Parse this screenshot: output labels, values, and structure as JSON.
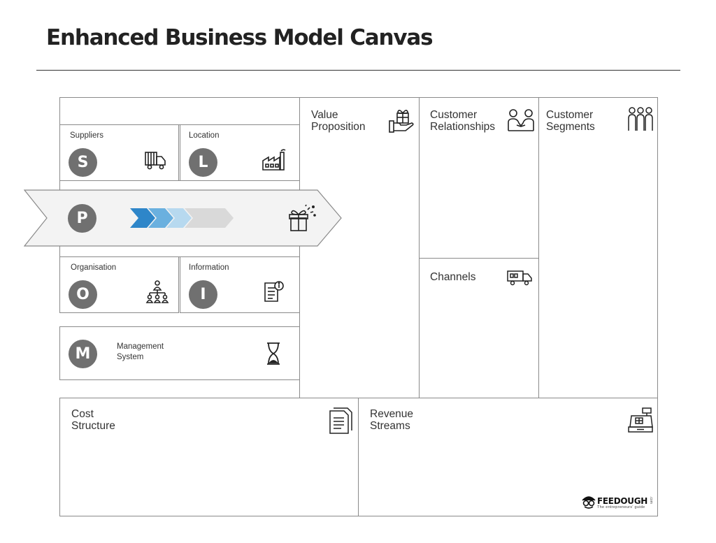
{
  "title": "Enhanced Business Model Canvas",
  "blocks": {
    "suppliers": {
      "label": "Suppliers",
      "letter": "S",
      "icon": "truck-icon"
    },
    "location": {
      "label": "Location",
      "letter": "L",
      "icon": "factory-icon"
    },
    "process": {
      "letter": "P",
      "icon": "gift-box-icon"
    },
    "organisation": {
      "label": "Organisation",
      "letter": "O",
      "icon": "org-chart-icon"
    },
    "information": {
      "label": "Information",
      "letter": "I",
      "icon": "document-info-icon"
    },
    "management": {
      "label_line1": "Management",
      "label_line2": "System",
      "letter": "M",
      "icon": "hourglass-icon"
    },
    "value_proposition": {
      "label_line1": "Value",
      "label_line2": "Proposition",
      "icon": "gift-hand-icon"
    },
    "customer_relationships": {
      "label_line1": "Customer",
      "label_line2": "Relationships",
      "icon": "handshake-people-icon"
    },
    "customer_segments": {
      "label_line1": "Customer",
      "label_line2": "Segments",
      "icon": "people-group-icon"
    },
    "channels": {
      "label": "Channels",
      "icon": "delivery-truck-icon"
    },
    "cost_structure": {
      "label_line1": "Cost",
      "label_line2": "Structure",
      "icon": "documents-icon"
    },
    "revenue_streams": {
      "label_line1": "Revenue",
      "label_line2": "Streams",
      "icon": "cash-register-icon"
    }
  },
  "brand": {
    "name": "FEEDOUGH",
    "tagline": "The entrepreneurs' guide",
    "suffix": ".com"
  },
  "colors": {
    "circle": "#707070",
    "chevron_1": "#2e86c9",
    "chevron_2": "#6ab0df",
    "chevron_3": "#b7d9ef",
    "chevron_4": "#d6d6d6",
    "border": "#8a8a8a"
  }
}
